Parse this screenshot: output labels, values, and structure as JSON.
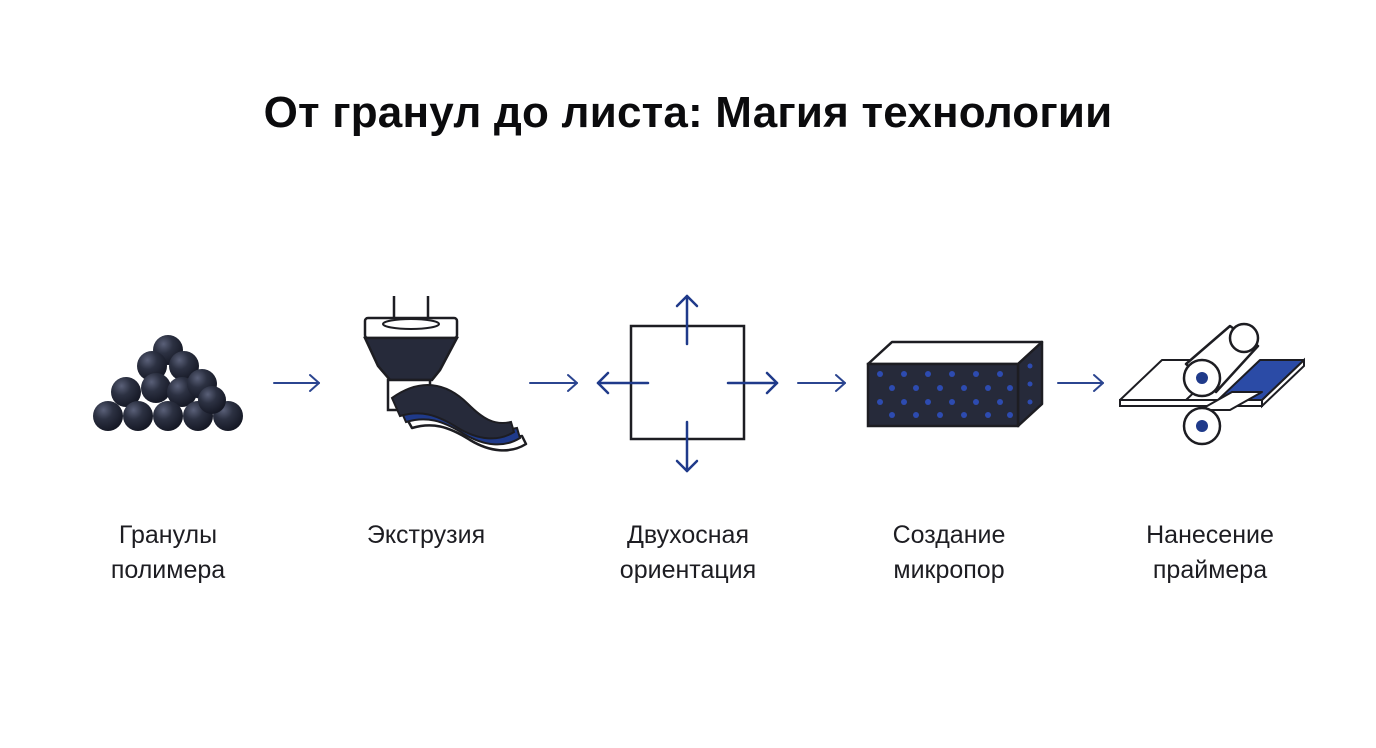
{
  "title": "От гранул до листа: Магия технологии",
  "colors": {
    "dark": "#262a3a",
    "accent": "#1f3a8a",
    "arrow": "#2b4590",
    "outline": "#1d1d22"
  },
  "steps": [
    {
      "icon": "polymer-granules-icon",
      "label_line1": "Гранулы",
      "label_line2": "полимера"
    },
    {
      "icon": "extruder-icon",
      "label_line1": "Экструзия",
      "label_line2": ""
    },
    {
      "icon": "biaxial-orientation-icon",
      "label_line1": "Двухосная",
      "label_line2": "ориентация"
    },
    {
      "icon": "microporous-block-icon",
      "label_line1": "Создание",
      "label_line2": "микропор"
    },
    {
      "icon": "primer-rollers-icon",
      "label_line1": "Нанесение",
      "label_line2": "праймера"
    }
  ]
}
